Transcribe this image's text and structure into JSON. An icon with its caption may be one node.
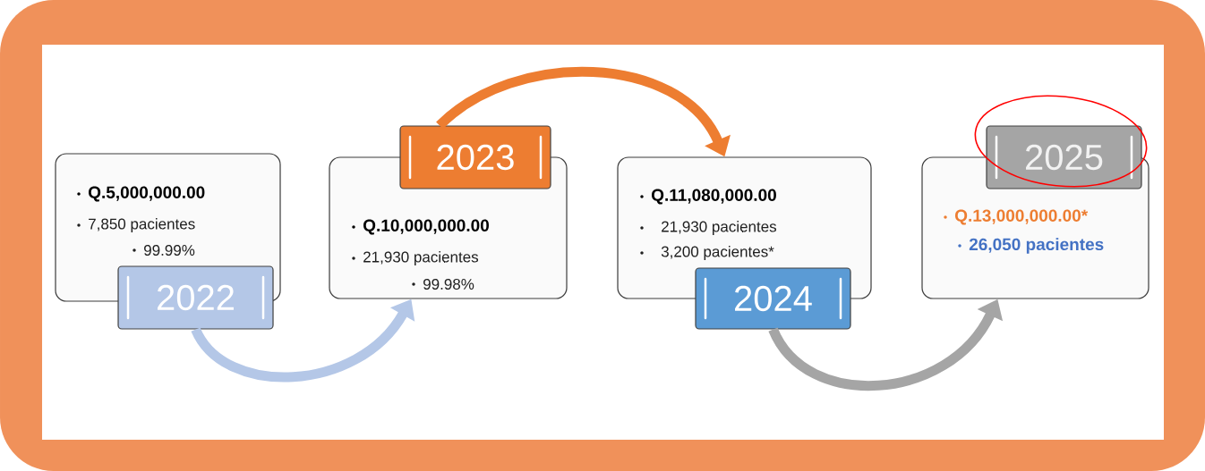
{
  "diagram": {
    "nodes": [
      {
        "text": [
          "Q.5,000,000.00",
          "7,850 pacientes",
          "99.99%"
        ]
      },
      {
        "text": [
          "2022"
        ]
      },
      {
        "text": [
          "Q.10,000,000.00",
          "21,930 pacientes",
          "99.98%"
        ]
      },
      {
        "text": [
          "2023"
        ]
      },
      {
        "text": [
          "Q.11,080,000.00",
          "21,930 pacientes",
          "3,200 pacientes*"
        ]
      },
      {
        "text": [
          "2024"
        ]
      },
      {
        "text": [
          "Q.13,000,000.00*",
          "26,050 pacientes"
        ]
      },
      {
        "text": [
          "2025"
        ]
      }
    ],
    "edges": [
      {
        "from": 1,
        "to": 2,
        "arrow": "to",
        "color": "#b4c7e7"
      },
      {
        "from": 3,
        "to": 4,
        "arrow": "to",
        "color": "#ed7d31"
      },
      {
        "from": 5,
        "to": 6,
        "arrow": "to",
        "color": "#a5a5a5"
      }
    ]
  }
}
